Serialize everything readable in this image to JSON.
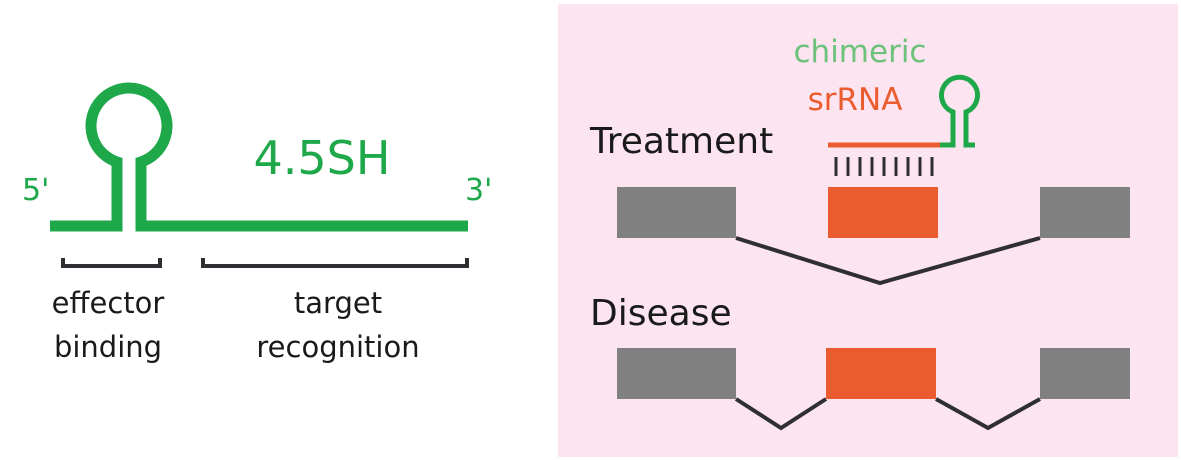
{
  "left_panel": {
    "name": "4.5SH",
    "five_prime": "5'",
    "three_prime": "3'",
    "effector_line1": "effector",
    "effector_line2": "binding",
    "target_line1": "target",
    "target_line2": "recognition"
  },
  "right_panel": {
    "chimeric_line1": "chimeric",
    "chimeric_line2": "srRNA",
    "treatment_label": "Treatment",
    "disease_label": "Disease"
  },
  "colors": {
    "green": "#1FA84A",
    "light_green": "#6CC27A",
    "orange": "#EA5B2F",
    "gray": "#808080",
    "dark_line": "#2F2F33",
    "pink_bg": "#FCE4F0",
    "text": "#1A1A1A"
  }
}
